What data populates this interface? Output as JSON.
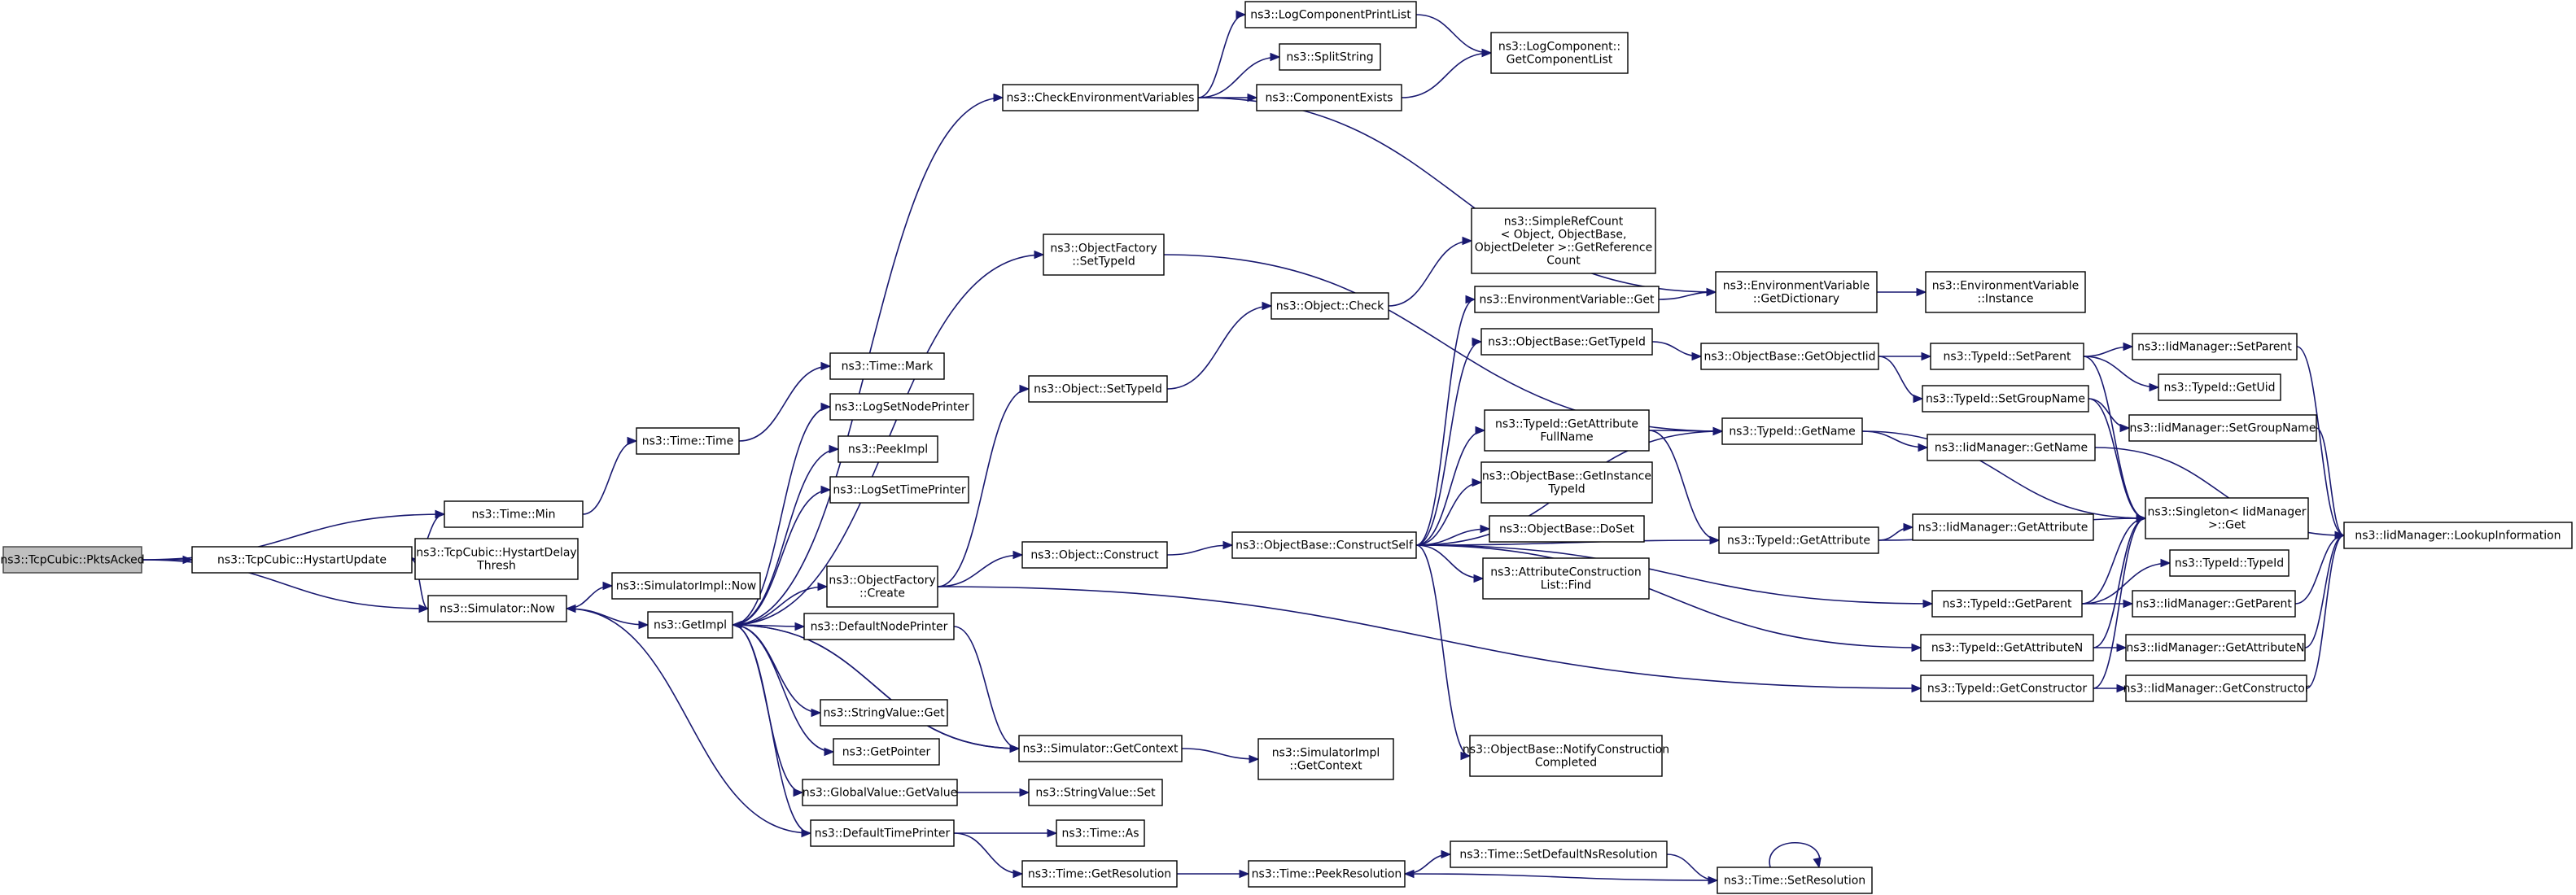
{
  "diagram": {
    "nodes": [
      {
        "id": "root",
        "lines": [
          "ns3::TcpCubic::PktsAcked"
        ],
        "root": true
      },
      {
        "id": "hystartUpdate",
        "lines": [
          "ns3::TcpCubic::HystartUpdate"
        ]
      },
      {
        "id": "hystartDelay",
        "lines": [
          "ns3::TcpCubic::HystartDelay",
          "Thresh"
        ]
      },
      {
        "id": "timeMin",
        "lines": [
          "ns3::Time::Min"
        ]
      },
      {
        "id": "simNow",
        "lines": [
          "ns3::Simulator::Now"
        ]
      },
      {
        "id": "timeTime",
        "lines": [
          "ns3::Time::Time"
        ]
      },
      {
        "id": "timeMark",
        "lines": [
          "ns3::Time::Mark"
        ]
      },
      {
        "id": "simImplNow",
        "lines": [
          "ns3::SimulatorImpl::Now"
        ]
      },
      {
        "id": "getImpl",
        "lines": [
          "ns3::GetImpl"
        ]
      },
      {
        "id": "logSetNodePrinter",
        "lines": [
          "ns3::LogSetNodePrinter"
        ]
      },
      {
        "id": "peekImpl",
        "lines": [
          "ns3::PeekImpl"
        ]
      },
      {
        "id": "logSetTimePrinter",
        "lines": [
          "ns3::LogSetTimePrinter"
        ]
      },
      {
        "id": "objectFactoryCreate",
        "lines": [
          "ns3::ObjectFactory",
          "::Create"
        ]
      },
      {
        "id": "defaultNodePrinter",
        "lines": [
          "ns3::DefaultNodePrinter"
        ]
      },
      {
        "id": "stringValueGet",
        "lines": [
          "ns3::StringValue::Get"
        ]
      },
      {
        "id": "getPointer",
        "lines": [
          "ns3::GetPointer"
        ]
      },
      {
        "id": "globalValueGetValue",
        "lines": [
          "ns3::GlobalValue::GetValue"
        ]
      },
      {
        "id": "defaultTimePrinter",
        "lines": [
          "ns3::DefaultTimePrinter"
        ]
      },
      {
        "id": "checkEnv",
        "lines": [
          "ns3::CheckEnvironmentVariables"
        ]
      },
      {
        "id": "logCompPrintList",
        "lines": [
          "ns3::LogComponentPrintList"
        ]
      },
      {
        "id": "splitString",
        "lines": [
          "ns3::SplitString"
        ]
      },
      {
        "id": "componentExists",
        "lines": [
          "ns3::ComponentExists"
        ]
      },
      {
        "id": "logCompGetList",
        "lines": [
          "ns3::LogComponent::",
          "GetComponentList"
        ]
      },
      {
        "id": "objectFactorySetTypeId",
        "lines": [
          "ns3::ObjectFactory",
          "::SetTypeId"
        ]
      },
      {
        "id": "objectSetTypeId",
        "lines": [
          "ns3::Object::SetTypeId"
        ]
      },
      {
        "id": "objectConstruct",
        "lines": [
          "ns3::Object::Construct"
        ]
      },
      {
        "id": "objectCheck",
        "lines": [
          "ns3::Object::Check"
        ]
      },
      {
        "id": "simpleRefCount",
        "lines": [
          "ns3::SimpleRefCount",
          "< Object, ObjectBase,",
          "ObjectDeleter >::GetReference",
          "Count"
        ]
      },
      {
        "id": "constructSelf",
        "lines": [
          "ns3::ObjectBase::ConstructSelf"
        ]
      },
      {
        "id": "simGetContext",
        "lines": [
          "ns3::Simulator::GetContext"
        ]
      },
      {
        "id": "simImplGetContext",
        "lines": [
          "ns3::SimulatorImpl",
          "::GetContext"
        ]
      },
      {
        "id": "stringValueSet",
        "lines": [
          "ns3::StringValue::Set"
        ]
      },
      {
        "id": "timeAs",
        "lines": [
          "ns3::Time::As"
        ]
      },
      {
        "id": "timeGetResolution",
        "lines": [
          "ns3::Time::GetResolution"
        ]
      },
      {
        "id": "timePeekResolution",
        "lines": [
          "ns3::Time::PeekResolution"
        ]
      },
      {
        "id": "setDefaultNsRes",
        "lines": [
          "ns3::Time::SetDefaultNsResolution"
        ]
      },
      {
        "id": "timeSetResolution",
        "lines": [
          "ns3::Time::SetResolution"
        ]
      },
      {
        "id": "envVarGet",
        "lines": [
          "ns3::EnvironmentVariable::Get"
        ]
      },
      {
        "id": "envVarGetDict",
        "lines": [
          "ns3::EnvironmentVariable",
          "::GetDictionary"
        ]
      },
      {
        "id": "envVarInstance",
        "lines": [
          "ns3::EnvironmentVariable",
          "::Instance"
        ]
      },
      {
        "id": "objBaseGetTypeId",
        "lines": [
          "ns3::ObjectBase::GetTypeId"
        ]
      },
      {
        "id": "objBaseGetObjectIid",
        "lines": [
          "ns3::ObjectBase::GetObjectIid"
        ]
      },
      {
        "id": "typeIdGetAttrFullName",
        "lines": [
          "ns3::TypeId::GetAttribute",
          "FullName"
        ]
      },
      {
        "id": "objBaseGetInstTypeId",
        "lines": [
          "ns3::ObjectBase::GetInstance",
          "TypeId"
        ]
      },
      {
        "id": "objBaseDoSet",
        "lines": [
          "ns3::ObjectBase::DoSet"
        ]
      },
      {
        "id": "attrConstrListFind",
        "lines": [
          "ns3::AttributeConstruction",
          "List::Find"
        ]
      },
      {
        "id": "notifyConstrCompleted",
        "lines": [
          "ns3::ObjectBase::NotifyConstruction",
          "Completed"
        ]
      },
      {
        "id": "typeIdGetName",
        "lines": [
          "ns3::TypeId::GetName"
        ]
      },
      {
        "id": "typeIdGetAttribute",
        "lines": [
          "ns3::TypeId::GetAttribute"
        ]
      },
      {
        "id": "typeIdGetParent",
        "lines": [
          "ns3::TypeId::GetParent"
        ]
      },
      {
        "id": "typeIdGetAttributeN",
        "lines": [
          "ns3::TypeId::GetAttributeN"
        ]
      },
      {
        "id": "typeIdGetConstructor",
        "lines": [
          "ns3::TypeId::GetConstructor"
        ]
      },
      {
        "id": "typeIdSetParent",
        "lines": [
          "ns3::TypeId::SetParent"
        ]
      },
      {
        "id": "typeIdSetGroupName",
        "lines": [
          "ns3::TypeId::SetGroupName"
        ]
      },
      {
        "id": "iidGetName",
        "lines": [
          "ns3::IidManager::GetName"
        ]
      },
      {
        "id": "iidGetAttribute",
        "lines": [
          "ns3::IidManager::GetAttribute"
        ]
      },
      {
        "id": "singletonGet",
        "lines": [
          "ns3::Singleton< IidManager",
          ">::Get"
        ]
      },
      {
        "id": "typeIdTypeId",
        "lines": [
          "ns3::TypeId::TypeId"
        ]
      },
      {
        "id": "iidGetParent",
        "lines": [
          "ns3::IidManager::GetParent"
        ]
      },
      {
        "id": "iidGetAttributeN",
        "lines": [
          "ns3::IidManager::GetAttributeN"
        ]
      },
      {
        "id": "iidGetConstructor",
        "lines": [
          "ns3::IidManager::GetConstructor"
        ]
      },
      {
        "id": "iidSetParent",
        "lines": [
          "ns3::IidManager::SetParent"
        ]
      },
      {
        "id": "typeIdGetUid",
        "lines": [
          "ns3::TypeId::GetUid"
        ]
      },
      {
        "id": "iidSetGroupName",
        "lines": [
          "ns3::IidManager::SetGroupName"
        ]
      },
      {
        "id": "iidLookupInfo",
        "lines": [
          "ns3::IidManager::LookupInformation"
        ]
      }
    ],
    "edges": [
      [
        "root",
        "hystartUpdate"
      ],
      [
        "root",
        "timeMin"
      ],
      [
        "root",
        "simNow"
      ],
      [
        "hystartUpdate",
        "hystartDelay"
      ],
      [
        "hystartUpdate",
        "timeMin"
      ],
      [
        "hystartUpdate",
        "simNow"
      ],
      [
        "timeMin",
        "timeTime"
      ],
      [
        "timeTime",
        "timeMark"
      ],
      [
        "simNow",
        "simImplNow"
      ],
      [
        "simNow",
        "getImpl"
      ],
      [
        "getImpl",
        "checkEnv"
      ],
      [
        "getImpl",
        "objectFactorySetTypeId"
      ],
      [
        "getImpl",
        "logSetNodePrinter"
      ],
      [
        "getImpl",
        "peekImpl"
      ],
      [
        "getImpl",
        "logSetTimePrinter"
      ],
      [
        "getImpl",
        "objectFactoryCreate"
      ],
      [
        "getImpl",
        "defaultNodePrinter"
      ],
      [
        "getImpl",
        "stringValueGet"
      ],
      [
        "getImpl",
        "getPointer"
      ],
      [
        "getImpl",
        "globalValueGetValue"
      ],
      [
        "getImpl",
        "defaultTimePrinter"
      ],
      [
        "getImpl",
        "simGetContext"
      ],
      [
        "checkEnv",
        "logCompPrintList"
      ],
      [
        "checkEnv",
        "splitString"
      ],
      [
        "checkEnv",
        "componentExists"
      ],
      [
        "checkEnv",
        "envVarGetDict"
      ],
      [
        "logCompPrintList",
        "logCompGetList"
      ],
      [
        "componentExists",
        "logCompGetList"
      ],
      [
        "objectFactorySetTypeId",
        "typeIdGetName"
      ],
      [
        "objectFactoryCreate",
        "objectSetTypeId"
      ],
      [
        "objectFactoryCreate",
        "objectConstruct"
      ],
      [
        "objectFactoryCreate",
        "typeIdGetConstructor"
      ],
      [
        "objectSetTypeId",
        "objectCheck"
      ],
      [
        "objectCheck",
        "simpleRefCount"
      ],
      [
        "objectConstruct",
        "constructSelf"
      ],
      [
        "defaultNodePrinter",
        "simGetContext"
      ],
      [
        "simGetContext",
        "getImpl"
      ],
      [
        "simGetContext",
        "simImplGetContext"
      ],
      [
        "globalValueGetValue",
        "stringValueSet"
      ],
      [
        "defaultTimePrinter",
        "simNow"
      ],
      [
        "defaultTimePrinter",
        "timeAs"
      ],
      [
        "defaultTimePrinter",
        "timeGetResolution"
      ],
      [
        "timeGetResolution",
        "timePeekResolution"
      ],
      [
        "timePeekResolution",
        "setDefaultNsRes"
      ],
      [
        "setDefaultNsRes",
        "timeSetResolution"
      ],
      [
        "timeSetResolution",
        "timePeekResolution"
      ],
      [
        "timeSetResolution",
        "timeSetResolution"
      ],
      [
        "constructSelf",
        "envVarGet"
      ],
      [
        "constructSelf",
        "objBaseGetTypeId"
      ],
      [
        "constructSelf",
        "typeIdGetName"
      ],
      [
        "constructSelf",
        "typeIdGetAttrFullName"
      ],
      [
        "constructSelf",
        "objBaseGetInstTypeId"
      ],
      [
        "constructSelf",
        "objBaseDoSet"
      ],
      [
        "constructSelf",
        "attrConstrListFind"
      ],
      [
        "constructSelf",
        "notifyConstrCompleted"
      ],
      [
        "constructSelf",
        "typeIdGetAttribute"
      ],
      [
        "constructSelf",
        "typeIdGetParent"
      ],
      [
        "constructSelf",
        "typeIdGetAttributeN"
      ],
      [
        "envVarGet",
        "envVarGetDict"
      ],
      [
        "envVarGetDict",
        "envVarInstance"
      ],
      [
        "objBaseGetTypeId",
        "objBaseGetObjectIid"
      ],
      [
        "objBaseGetObjectIid",
        "typeIdSetParent"
      ],
      [
        "objBaseGetObjectIid",
        "typeIdSetGroupName"
      ],
      [
        "typeIdGetAttrFullName",
        "typeIdGetName"
      ],
      [
        "typeIdGetAttrFullName",
        "typeIdGetAttribute"
      ],
      [
        "typeIdGetName",
        "iidGetName"
      ],
      [
        "typeIdGetName",
        "singletonGet"
      ],
      [
        "typeIdGetAttribute",
        "iidGetAttribute"
      ],
      [
        "typeIdGetAttribute",
        "singletonGet"
      ],
      [
        "typeIdGetParent",
        "singletonGet"
      ],
      [
        "typeIdGetParent",
        "typeIdTypeId"
      ],
      [
        "typeIdGetParent",
        "iidGetParent"
      ],
      [
        "typeIdGetAttributeN",
        "singletonGet"
      ],
      [
        "typeIdGetAttributeN",
        "iidGetAttributeN"
      ],
      [
        "typeIdGetConstructor",
        "singletonGet"
      ],
      [
        "typeIdGetConstructor",
        "iidGetConstructor"
      ],
      [
        "typeIdSetParent",
        "iidSetParent"
      ],
      [
        "typeIdSetParent",
        "typeIdGetUid"
      ],
      [
        "typeIdSetParent",
        "singletonGet"
      ],
      [
        "typeIdSetGroupName",
        "iidSetGroupName"
      ],
      [
        "typeIdSetGroupName",
        "singletonGet"
      ],
      [
        "iidSetParent",
        "iidLookupInfo"
      ],
      [
        "iidSetGroupName",
        "iidLookupInfo"
      ],
      [
        "iidGetName",
        "iidLookupInfo"
      ],
      [
        "iidGetParent",
        "iidLookupInfo"
      ],
      [
        "iidGetAttributeN",
        "iidLookupInfo"
      ],
      [
        "iidGetConstructor",
        "iidLookupInfo"
      ]
    ]
  }
}
